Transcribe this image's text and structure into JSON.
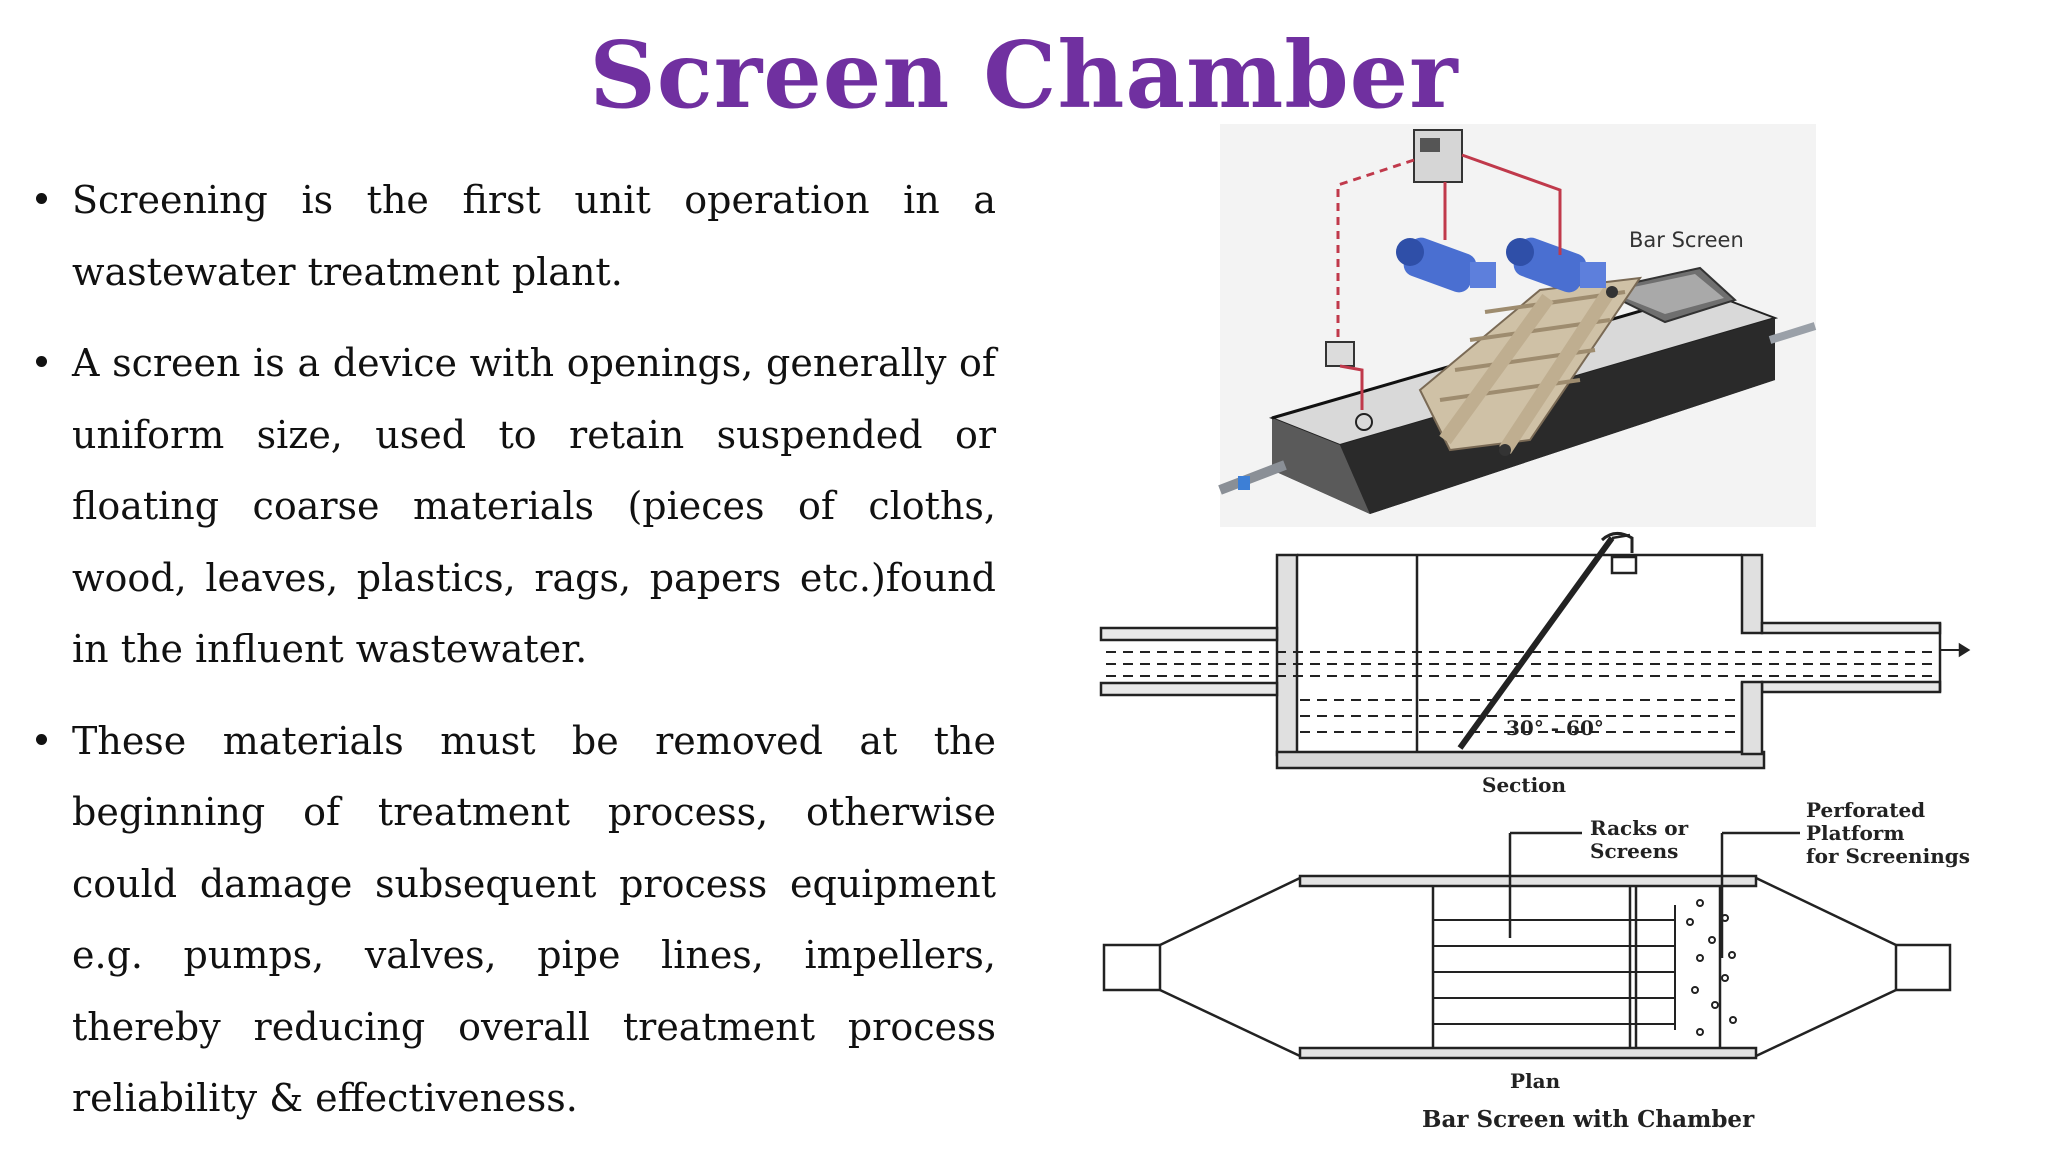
{
  "slide": {
    "title": "Screen Chamber",
    "bullets": [
      "Screening is the first unit operation in a wastewater treatment plant.",
      "A screen is a device with openings, generally of uniform size, used to retain suspended or floating coarse materials (pieces of cloths, wood, leaves, plastics, rags, papers etc.)found in the influent wastewater.",
      "These materials must be removed at the beginning of treatment process, otherwise could damage subsequent process equipment e.g. pumps, valves, pipe lines, impellers, thereby reducing overall treatment process reliability  & effectiveness."
    ]
  },
  "figure": {
    "photo_label": "Bar Screen",
    "angle_label": "30° - 60°",
    "section_label": "Section",
    "racks_label": [
      "Racks or",
      "Screens"
    ],
    "platform_label": [
      "Perforated",
      "Platform",
      "for Screenings"
    ],
    "plan_label": "Plan",
    "caption": "Bar Screen with Chamber"
  },
  "colors": {
    "title": "#7030a0",
    "motor": "#4a6fd1",
    "control_wire": "#c0394b"
  }
}
